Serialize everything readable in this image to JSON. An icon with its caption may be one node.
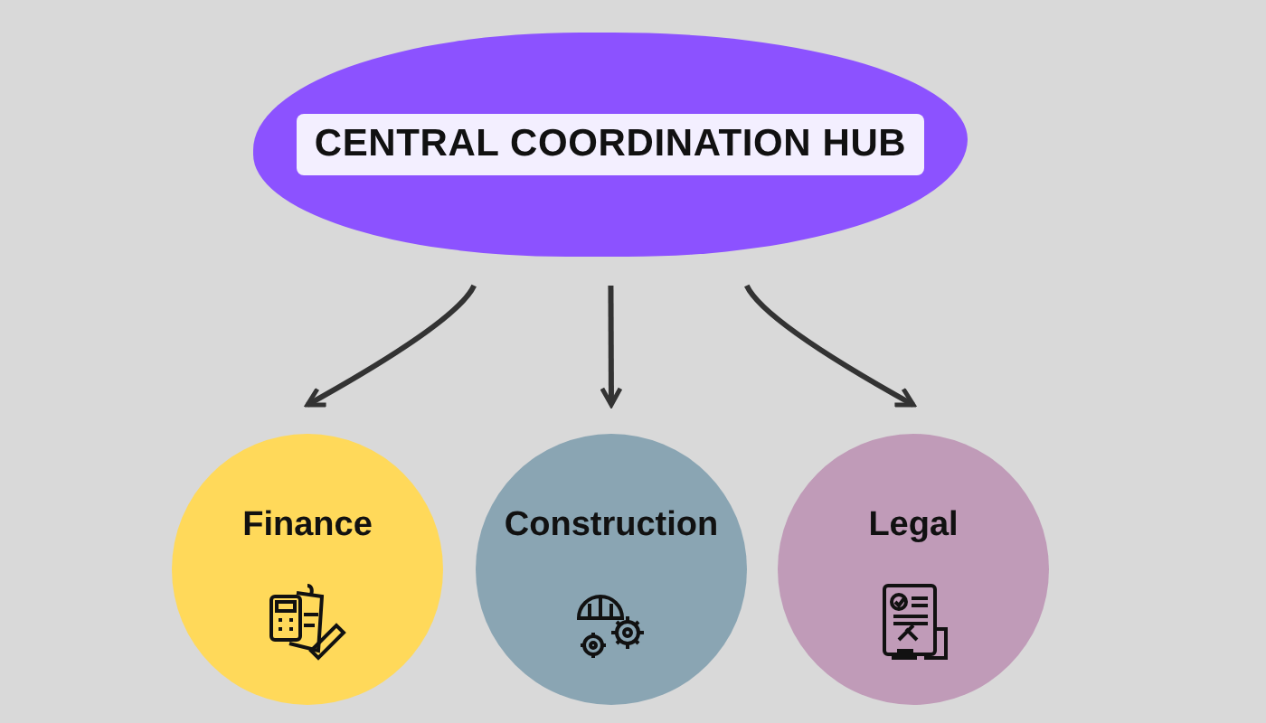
{
  "diagram": {
    "nodes": [
      {
        "text": [
          "CENTRAL COORDINATION HUB"
        ]
      },
      {
        "text": [
          "Finance"
        ]
      },
      {
        "text": [
          "Construction"
        ]
      },
      {
        "text": [
          "Legal"
        ]
      }
    ],
    "edges": [
      {
        "from": 0,
        "to": 1,
        "arrow": "to"
      },
      {
        "from": 0,
        "to": 2,
        "arrow": "to"
      },
      {
        "from": 0,
        "to": 3,
        "arrow": "to"
      }
    ]
  }
}
